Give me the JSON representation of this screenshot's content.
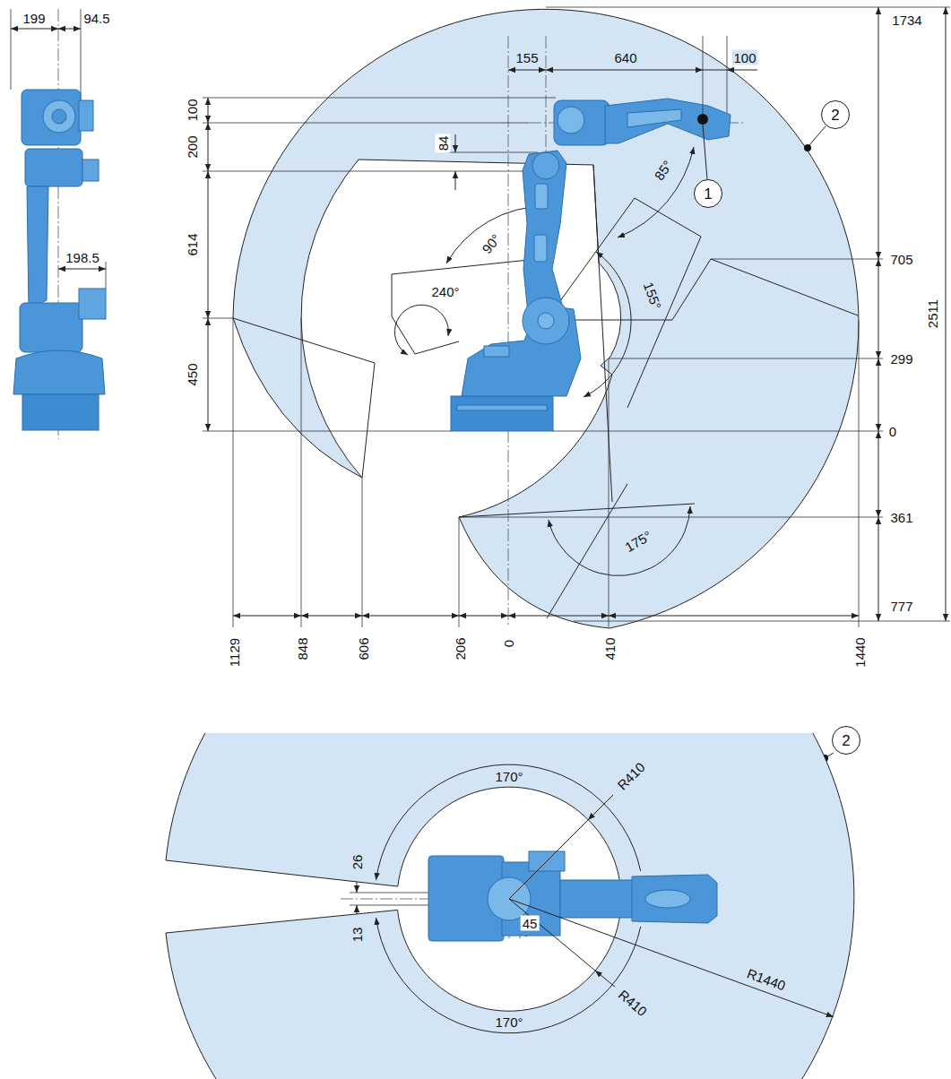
{
  "diagram": {
    "nodes": [
      {
        "text": [
          "1"
        ]
      },
      {
        "text": [
          "2"
        ]
      },
      {
        "text": [
          "2"
        ]
      }
    ],
    "labels": [
      "199",
      "94.5",
      "198.5",
      "100",
      "200",
      "614",
      "450",
      "155",
      "640",
      "100",
      "84",
      "85°",
      "90°",
      "240°",
      "155°",
      "175°",
      "1734",
      "705",
      "2511",
      "299",
      "0",
      "361",
      "777",
      "1129",
      "848",
      "606",
      "206",
      "0",
      "410",
      "1440",
      "170°",
      "R410",
      "26",
      "13",
      "45",
      "R410",
      "R1440",
      "170°"
    ]
  }
}
